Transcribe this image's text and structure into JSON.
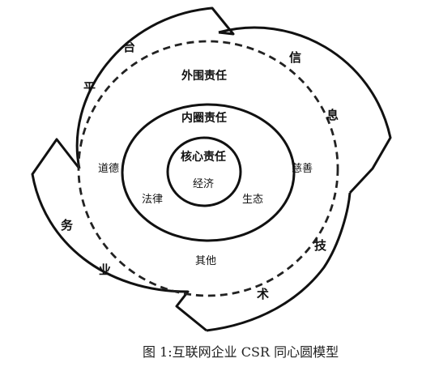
{
  "diagram": {
    "outer_ring_chars": [
      "平",
      "台",
      "信",
      "息",
      "技",
      "术",
      "业",
      "务"
    ],
    "outer_responsibility": "外围责任",
    "inner_responsibility": "内圈责任",
    "core_responsibility": "核心责任",
    "core_item": "经济",
    "inner_items": [
      "法律",
      "生态"
    ],
    "outer_items": [
      "道德",
      "慈善",
      "其他"
    ]
  },
  "caption": "图 1:互联网企业 CSR 同心圆模型"
}
